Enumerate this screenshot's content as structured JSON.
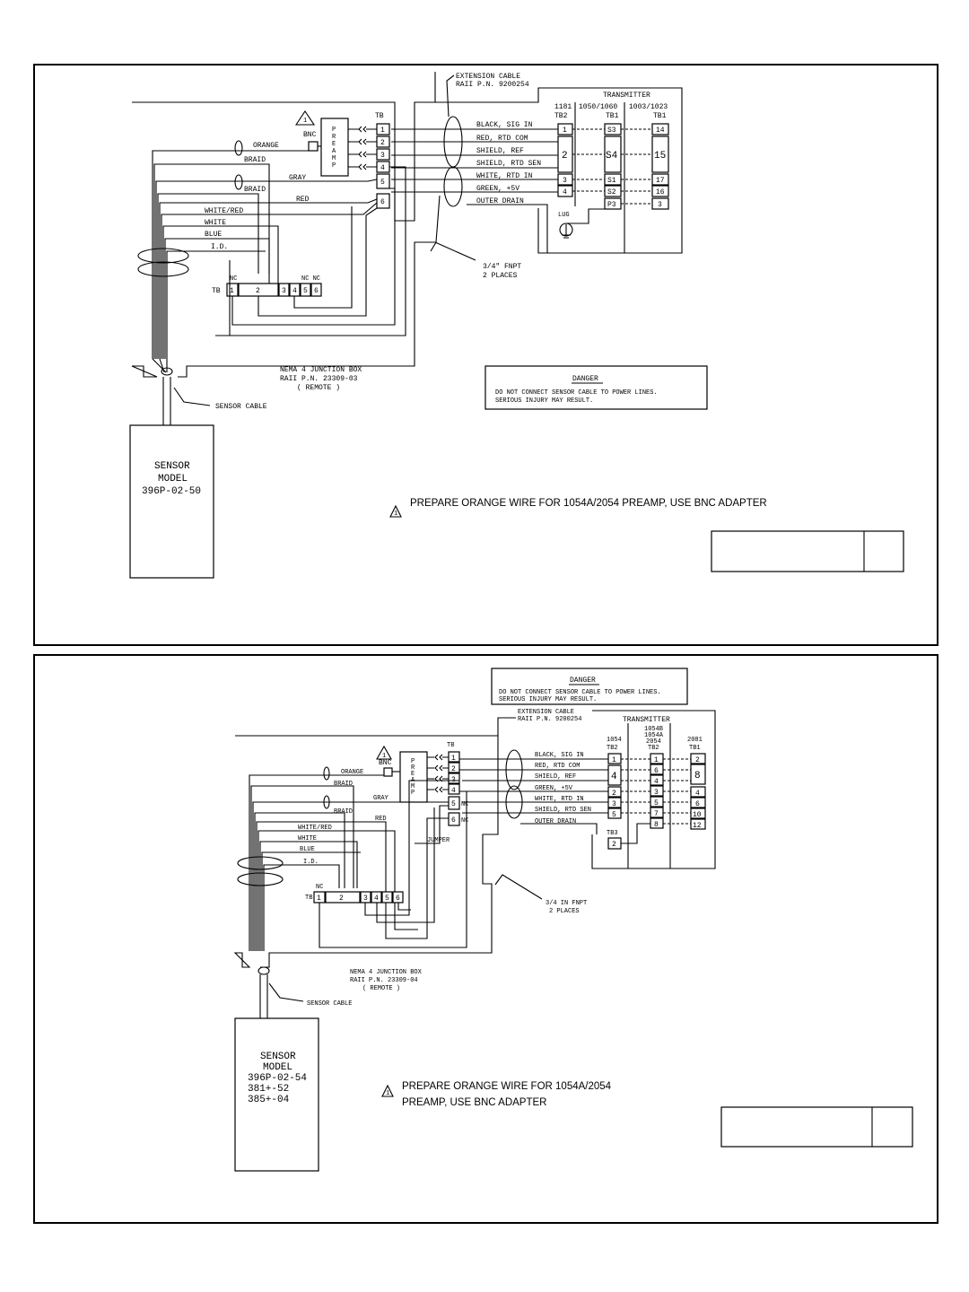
{
  "diagram1": {
    "extension_cable": {
      "line1": "EXTENSION CABLE",
      "line2": "RAII P.N. 9200254"
    },
    "transmitter": {
      "title": "TRANSMITTER",
      "col_heads": [
        "1181",
        "1050/1060",
        "1003/1023"
      ],
      "col_subs": [
        "TB2",
        "TB1",
        "TB1"
      ],
      "col1_terms": [
        "1",
        "2",
        "3",
        "4"
      ],
      "col2_terms": [
        "S3",
        "S4",
        "S1",
        "S2",
        "P3"
      ],
      "col3_terms": [
        "14",
        "15",
        "17",
        "16",
        "3"
      ],
      "lug": "LUG"
    },
    "wire_labels": [
      "BLACK, SIG IN",
      "RED, RTD COM",
      "SHIELD, REF",
      "SHIELD, RTD SEN",
      "WHITE, RTD IN",
      "GREEN, +5V",
      "OUTER DRAIN"
    ],
    "left_labels": {
      "orange": "ORANGE",
      "braid1": "BRAID",
      "braid2": "BRAID",
      "gray": "GRAY",
      "red": "RED",
      "white_red": "WHITE/RED",
      "white": "WHITE",
      "blue": "BLUE",
      "id": "I.D."
    },
    "preamp": "PREAMP",
    "bnc": "BNC",
    "tb": "TB",
    "tb_right_terms": [
      "1",
      "2",
      "3",
      "4",
      "5",
      "6"
    ],
    "tb_bottom_terms": [
      "1",
      "2",
      "3",
      "4",
      "5",
      "6"
    ],
    "tb_bottom_nc": [
      "NC",
      "NC NC"
    ],
    "fnpt": {
      "line1": "3/4\" FNPT",
      "line2": "2 PLACES"
    },
    "junction_box": {
      "line1": "NEMA 4 JUNCTION BOX",
      "line2": "RAII P.N. 23309-03",
      "line3": "( REMOTE )"
    },
    "sensor_cable": "SENSOR CABLE",
    "sensor": {
      "line1": "SENSOR",
      "line2": "MODEL",
      "line3": "396P-02-50"
    },
    "danger": {
      "title": "DANGER",
      "line1": "DO NOT CONNECT SENSOR CABLE TO POWER LINES.",
      "line2": "SERIOUS INJURY MAY RESULT."
    },
    "warning_num": "1",
    "note": "PREPARE ORANGE WIRE FOR 1054A/2054 PREAMP, USE BNC ADAPTER"
  },
  "diagram2": {
    "danger": {
      "title": "DANGER",
      "line1": "DO NOT CONNECT SENSOR CABLE TO POWER LINES.",
      "line2": "SERIOUS INJURY MAY RESULT."
    },
    "extension_cable": {
      "line1": "EXTENSION CABLE",
      "line2": "RAII P.N. 9200254"
    },
    "transmitter": {
      "title": "TRANSMITTER",
      "col_heads": [
        "1054",
        "1054B 1054A 2054",
        "2081"
      ],
      "col_subs": [
        "TB2",
        "TB2",
        "TB1"
      ],
      "col1_terms": [
        "1",
        "4",
        "2",
        "3",
        "5"
      ],
      "col2_terms": [
        "1",
        "6",
        "4",
        "3",
        "5",
        "7",
        "8"
      ],
      "col3_terms": [
        "2",
        "8",
        "4",
        "6",
        "10",
        "12"
      ],
      "tb3": "TB3",
      "tb3_term": "2"
    },
    "wire_labels": [
      "BLACK, SIG IN",
      "RED, RTD COM",
      "SHIELD, REF",
      "GREEN, +5V",
      "WHITE, RTD IN",
      "SHIELD, RTD SEN",
      "OUTER DRAIN"
    ],
    "left_labels": {
      "orange": "ORANGE",
      "braid1": "BRAID",
      "braid2": "BRAID",
      "gray": "GRAY",
      "red": "RED",
      "white_red": "WHITE/RED",
      "white": "WHITE",
      "blue": "BLUE",
      "id": "I.D.",
      "jumper": "JUMPER"
    },
    "preamp": "PREAMP",
    "bnc": "BNC",
    "tb": "TB",
    "tb_right_terms": [
      "1",
      "2",
      "3",
      "4",
      "5",
      "6"
    ],
    "tb_right_nc": [
      "NC",
      "NC"
    ],
    "tb_bottom_terms": [
      "1",
      "2",
      "3",
      "4",
      "5",
      "6"
    ],
    "tb_bottom_nc": "NC",
    "fnpt": {
      "line1": "3/4 IN FNPT",
      "line2": "2 PLACES"
    },
    "junction_box": {
      "line1": "NEMA 4 JUNCTION BOX",
      "line2": "RAII P.N. 23309-04",
      "line3": "( REMOTE )"
    },
    "sensor_cable": "SENSOR CABLE",
    "sensor": {
      "line1": "SENSOR",
      "line2": "MODEL",
      "line3": "396P-02-54",
      "line4": "381+-52",
      "line5": "385+-04"
    },
    "warning_num": "1",
    "note_line1": "PREPARE ORANGE WIRE FOR 1054A/2054",
    "note_line2": "PREAMP, USE BNC ADAPTER"
  }
}
